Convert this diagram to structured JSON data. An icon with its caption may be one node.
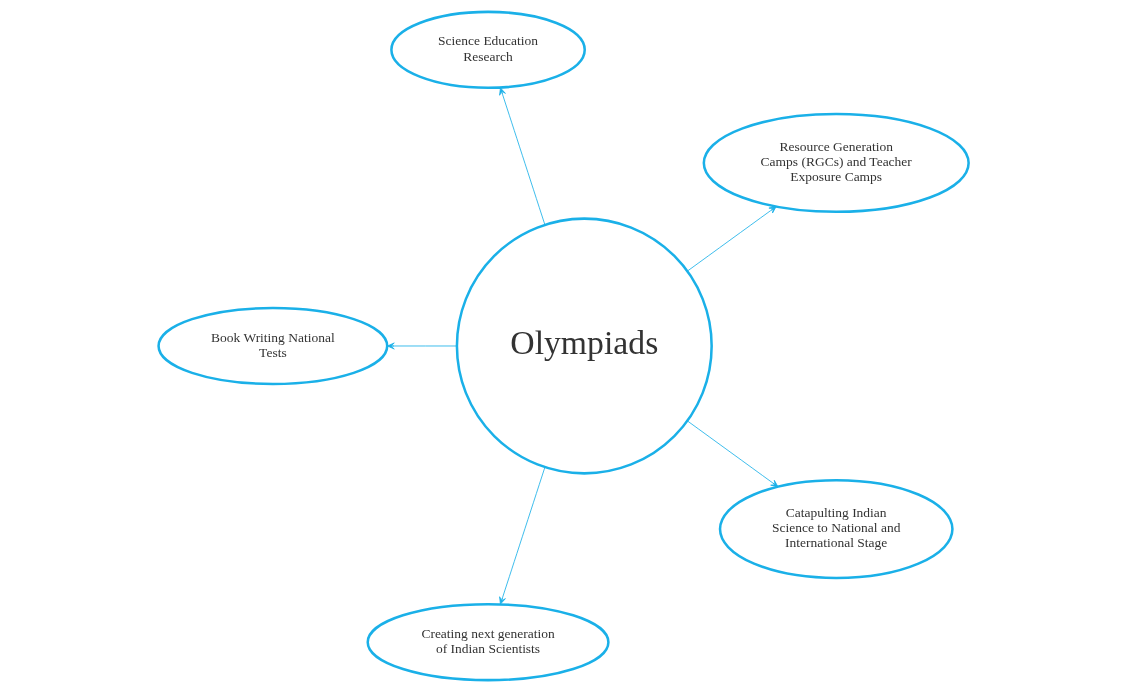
{
  "diagram": {
    "nodes": [
      {
        "text": [
          "Olympiads"
        ]
      },
      {
        "text": [
          "Resource Generation Camps (RGCs) and Teacher Exposure Camps"
        ]
      },
      {
        "text": [
          "Science Education Research"
        ]
      },
      {
        "text": [
          "Book Writing National Tests"
        ]
      },
      {
        "text": [
          "Creating next generation of Indian Scientists"
        ]
      },
      {
        "text": [
          "Catapulting Indian Science to National and International Stage"
        ]
      }
    ],
    "edges": [
      {
        "from": 0,
        "to": 1,
        "arrow": "to"
      },
      {
        "from": 0,
        "to": 2,
        "arrow": "to"
      },
      {
        "from": 0,
        "to": 3,
        "arrow": "to"
      },
      {
        "from": 0,
        "to": 4,
        "arrow": "to"
      },
      {
        "from": 0,
        "to": 5,
        "arrow": "to"
      }
    ]
  }
}
